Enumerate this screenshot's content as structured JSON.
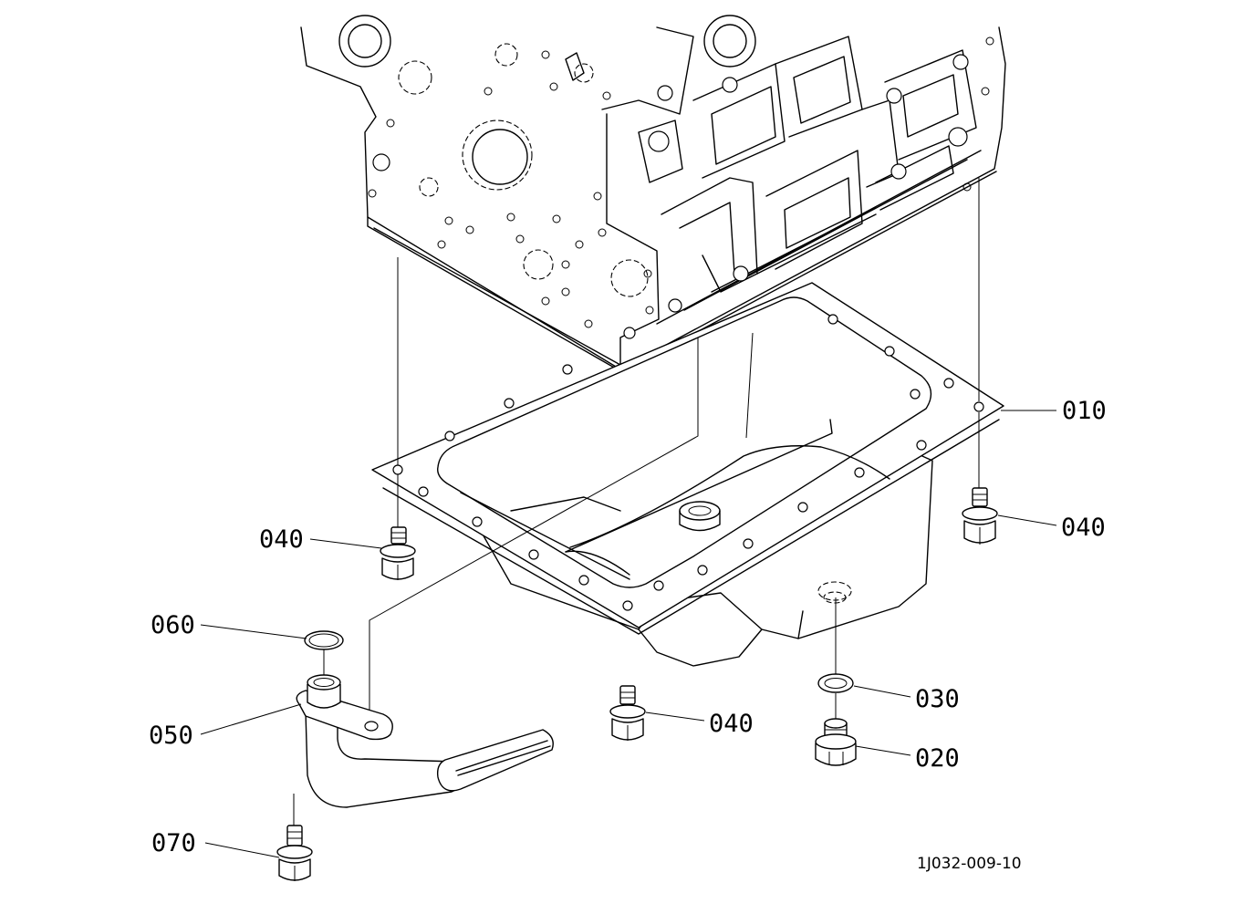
{
  "callouts": {
    "c010": "010",
    "c020": "020",
    "c030": "030",
    "c040_left": "040",
    "c040_right": "040",
    "c040_bottom": "040",
    "c050": "050",
    "c060": "060",
    "c070": "070"
  },
  "drawing_number": "1J032-009-10"
}
